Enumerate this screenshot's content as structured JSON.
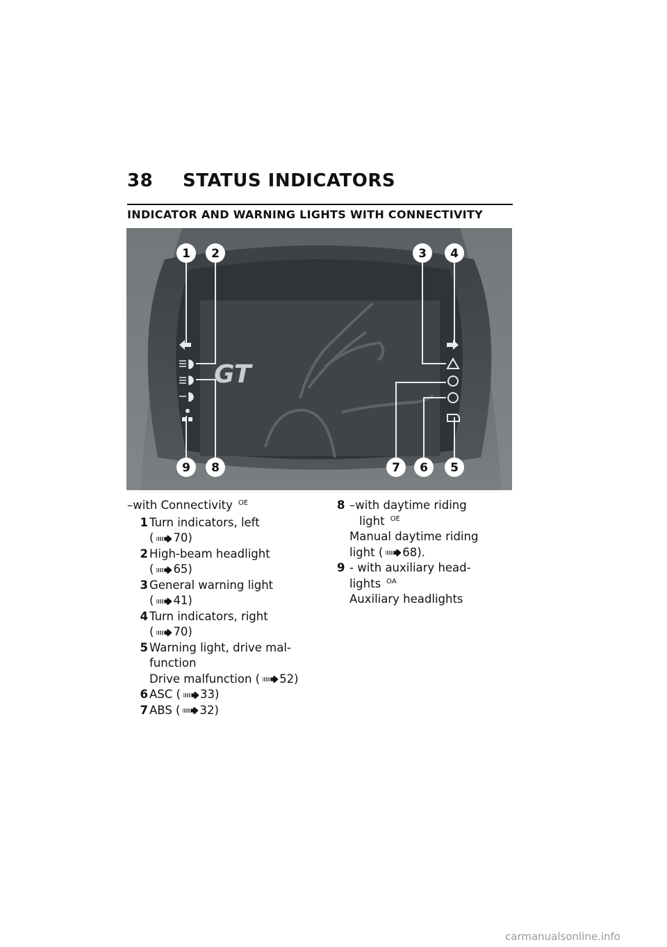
{
  "header": {
    "page_number": "38",
    "chapter": "STATUS INDICATORS"
  },
  "section_title": "INDICATOR AND WARNING LIGHTS WITH CONNECTIVITY",
  "figure": {
    "callouts": [
      "1",
      "2",
      "3",
      "4",
      "9",
      "8",
      "7",
      "6",
      "5"
    ],
    "logo_text": "GT",
    "colors": {
      "bezel": "#4a4f53",
      "screen": "#3e4346",
      "callout": "#ffffff",
      "background": "#6b7073"
    }
  },
  "left_column": {
    "intro": "–with Connectivity",
    "intro_sup": "OE",
    "items": [
      {
        "num": "1",
        "line1": "Turn indicators, left",
        "line2": "(",
        "ref": "70)"
      },
      {
        "num": "2",
        "line1": "High-beam headlight",
        "line2": "(",
        "ref": "65)"
      },
      {
        "num": "3",
        "line1": "General warning light",
        "line2": "(",
        "ref": "41)"
      },
      {
        "num": "4",
        "line1": "Turn indicators, right",
        "line2": "(",
        "ref": "70)"
      },
      {
        "num": "5",
        "line1": "Warning light, drive mal-",
        "line2": "function",
        "line3": "Drive malfunction  (",
        "ref": "52)"
      },
      {
        "num": "6",
        "line1": "ASC  (",
        "ref": "33)"
      },
      {
        "num": "7",
        "line1": "ABS  (",
        "ref": "32)"
      }
    ]
  },
  "right_column": {
    "items": [
      {
        "num": "8",
        "line1": "–with daytime riding",
        "line2": "light",
        "sup": "OE",
        "line3": "Manual daytime riding",
        "line4": "light  (",
        "ref": "68)."
      },
      {
        "num": "9",
        "line1": "- with auxiliary head-",
        "line2": "lights",
        "sup": "OA",
        "line3": "Auxiliary headlights"
      }
    ]
  },
  "watermark": "carmanualsonline.info"
}
